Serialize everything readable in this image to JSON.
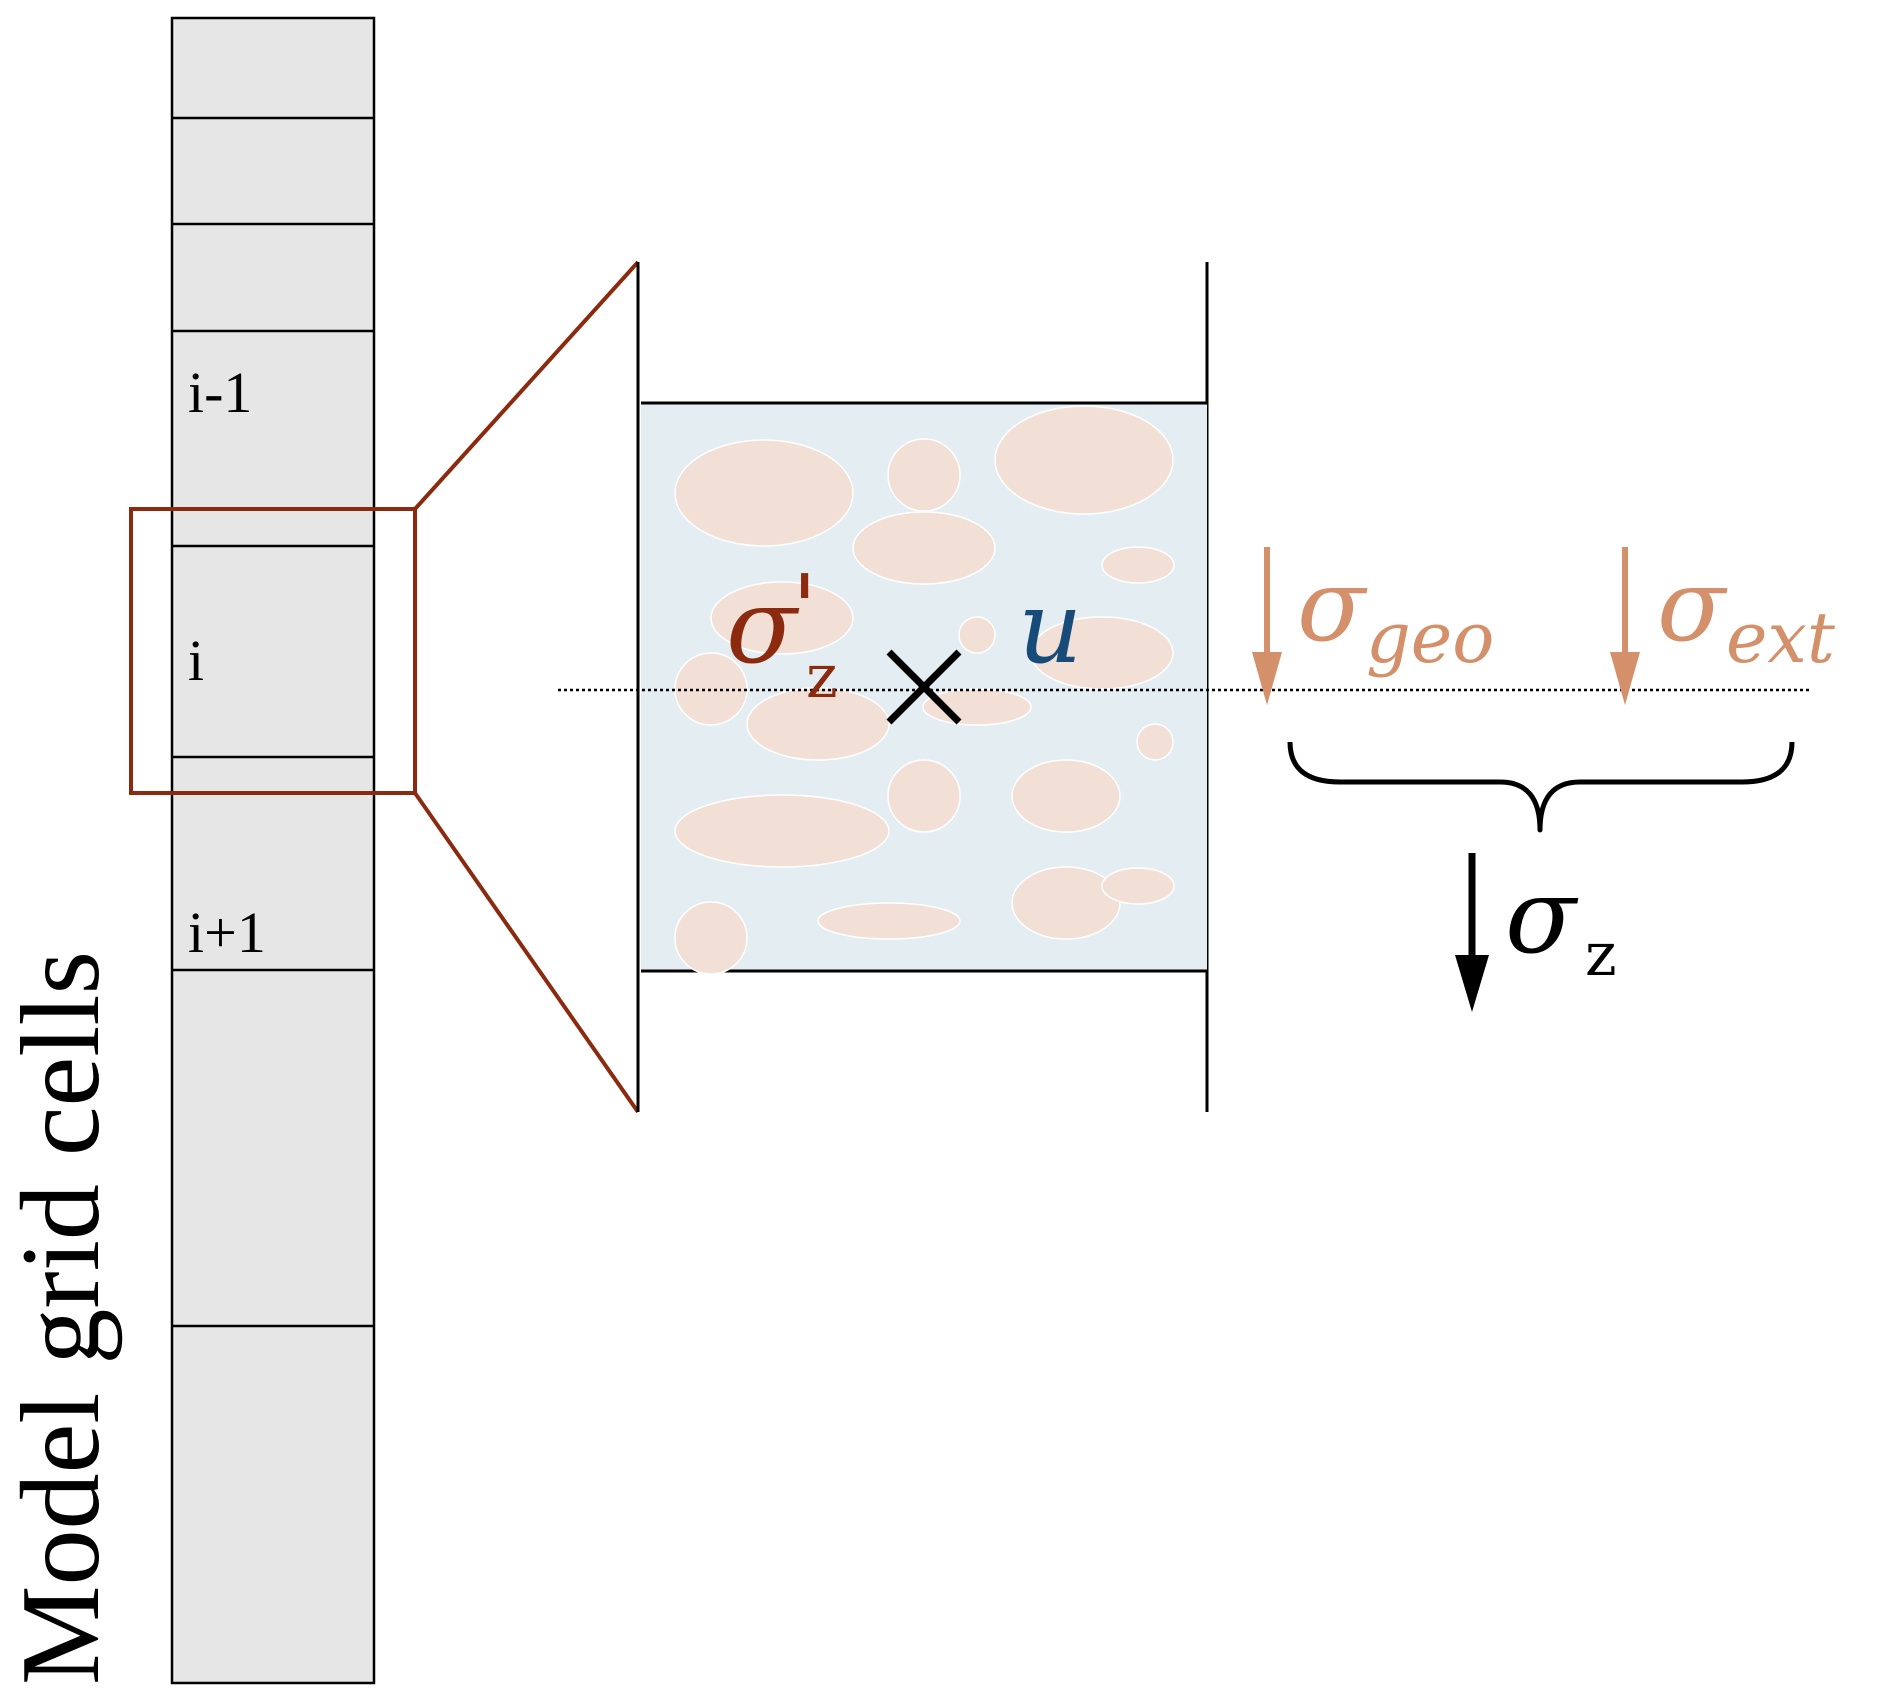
{
  "axis_label": "Model grid cells",
  "cells": [
    {
      "label": ""
    },
    {
      "label": ""
    },
    {
      "label": ""
    },
    {
      "label": "i-1"
    },
    {
      "label": ""
    },
    {
      "label": "i"
    },
    {
      "label": ""
    },
    {
      "label": "i+1"
    },
    {
      "label": ""
    },
    {
      "label": ""
    }
  ],
  "cell_labels": {
    "above": "i-1",
    "center": "i",
    "below": "i+1"
  },
  "symbols": {
    "effective_stress": {
      "base": "σ",
      "prime": "'",
      "sub": "z"
    },
    "displacement": "u",
    "center_marker": "×",
    "geo_stress": {
      "base": "σ",
      "sub": "geo"
    },
    "ext_stress": {
      "base": "σ",
      "sub": "ext"
    },
    "total_stress": {
      "base": "σ",
      "sub": "z"
    }
  },
  "colors": {
    "highlight": "#8b2a0e",
    "grid_fill": "#e6e6e6",
    "soil_fill": "#e4edf2",
    "particle": "#f2dfd5",
    "stress_orange": "#d4906a",
    "displacement_blue": "#174b7a",
    "ink": "#000000"
  }
}
